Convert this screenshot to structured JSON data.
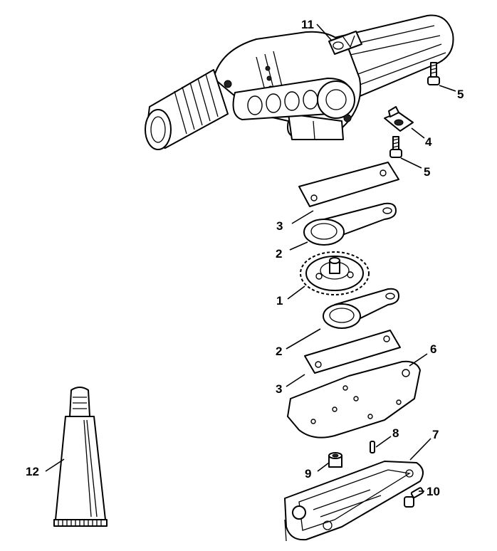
{
  "diagram": {
    "callouts": [
      {
        "id": "c11",
        "label": "11"
      },
      {
        "id": "c5a",
        "label": "5"
      },
      {
        "id": "c4",
        "label": "4"
      },
      {
        "id": "c5b",
        "label": "5"
      },
      {
        "id": "c3a",
        "label": "3"
      },
      {
        "id": "c2a",
        "label": "2"
      },
      {
        "id": "c1",
        "label": "1"
      },
      {
        "id": "c2b",
        "label": "2"
      },
      {
        "id": "c6",
        "label": "6"
      },
      {
        "id": "c3b",
        "label": "3"
      },
      {
        "id": "c8",
        "label": "8"
      },
      {
        "id": "c7",
        "label": "7"
      },
      {
        "id": "c9",
        "label": "9"
      },
      {
        "id": "c10",
        "label": "10"
      },
      {
        "id": "c12",
        "label": "12"
      }
    ]
  }
}
